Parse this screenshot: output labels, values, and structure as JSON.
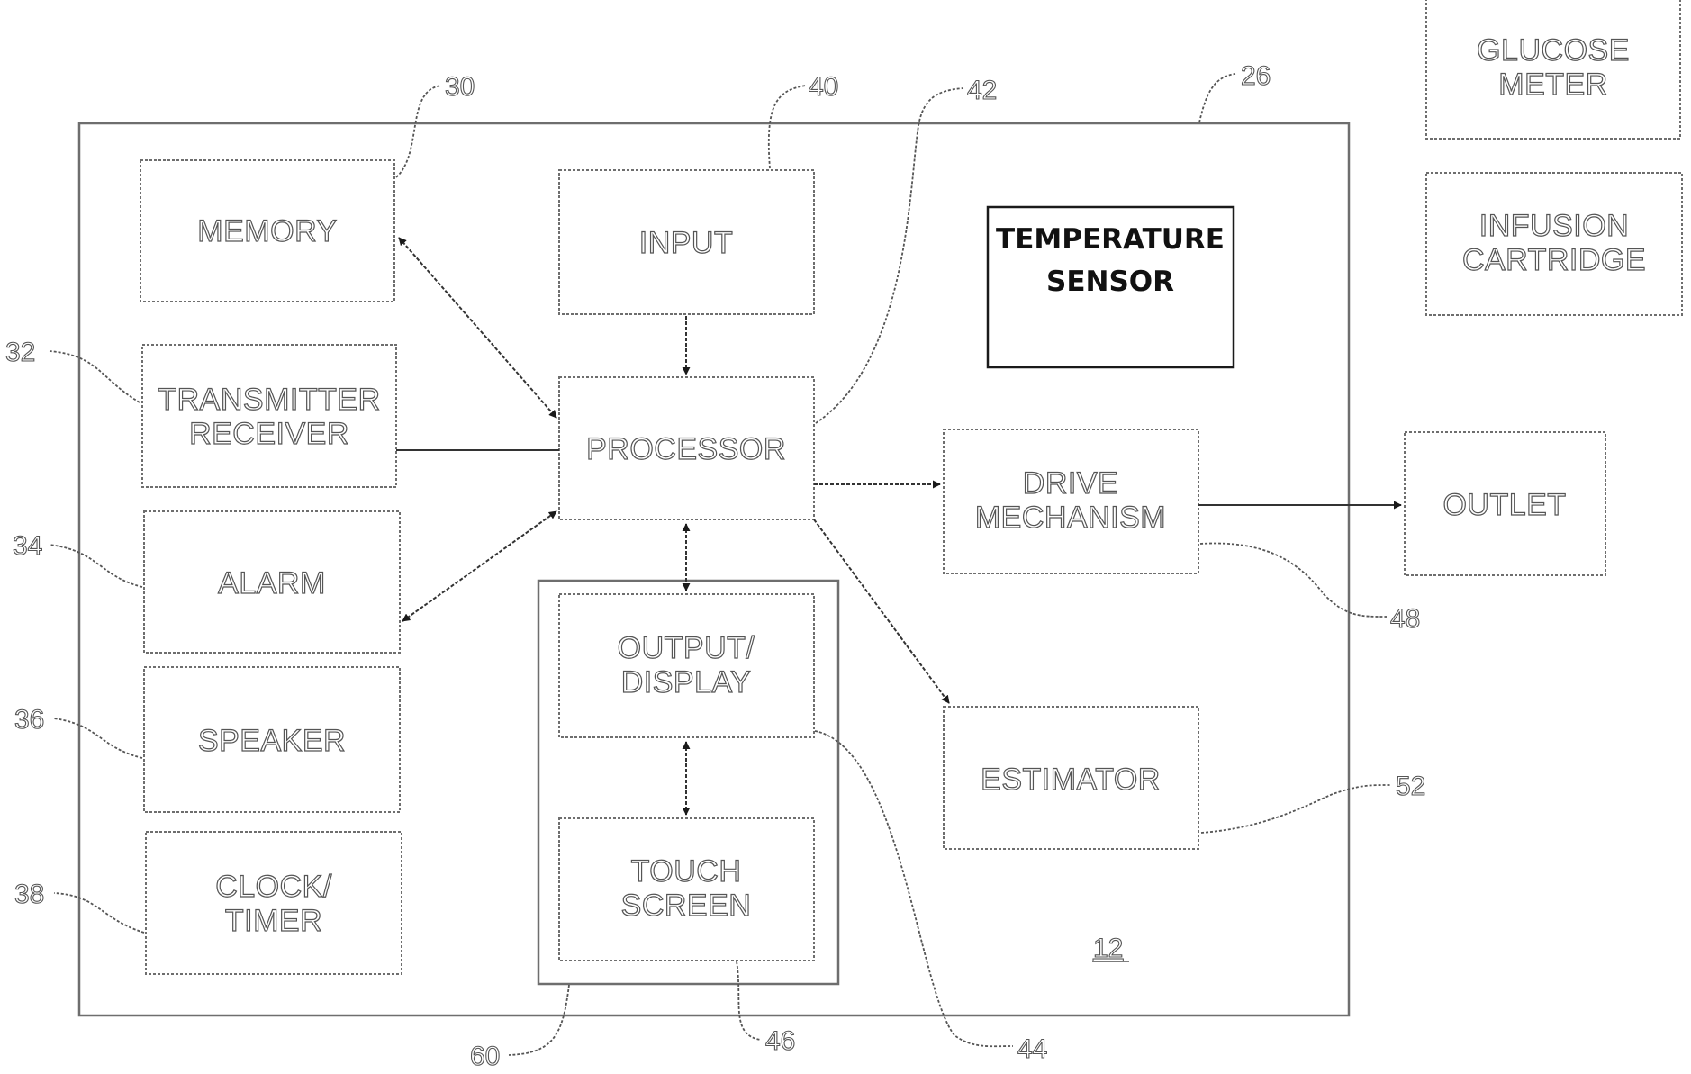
{
  "blocks": {
    "memory": [
      "MEMORY"
    ],
    "transmitter_receiver": [
      "TRANSMITTER",
      "RECEIVER"
    ],
    "alarm": [
      "ALARM"
    ],
    "speaker": [
      "SPEAKER"
    ],
    "clock_timer": [
      "CLOCK/",
      "TIMER"
    ],
    "input": [
      "INPUT"
    ],
    "processor": [
      "PROCESSOR"
    ],
    "output_display": [
      "OUTPUT/",
      "DISPLAY"
    ],
    "touch_screen": [
      "TOUCH",
      "SCREEN"
    ],
    "temperature_sensor": [
      "TEMPERATURE",
      "SENSOR"
    ],
    "drive_mechanism": [
      "DRIVE",
      "MECHANISM"
    ],
    "estimator": [
      "ESTIMATOR"
    ],
    "outlet": [
      "OUTLET"
    ],
    "glucose_meter": [
      "GLUCOSE",
      "METER"
    ],
    "infusion_cartridge": [
      "INFUSION",
      "CARTRIDGE"
    ]
  },
  "refs": {
    "r26": "26",
    "r30": "30",
    "r32": "32",
    "r34": "34",
    "r36": "36",
    "r38": "38",
    "r40": "40",
    "r42": "42",
    "r44": "44",
    "r46": "46",
    "r48": "48",
    "r52": "52",
    "r60": "60",
    "r12": "12"
  }
}
